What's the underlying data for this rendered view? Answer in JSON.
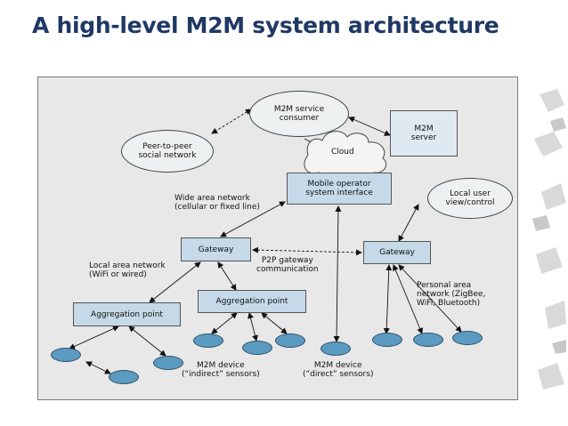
{
  "title": "A high-level M2M system architecture",
  "colors": {
    "title": "#1f3864",
    "box_fill": "#c5d9e8",
    "device_fill": "#5b9bc2",
    "panel": "#e8e8e8"
  },
  "nodes": {
    "m2m_service_consumer": [
      "M2M service",
      "consumer"
    ],
    "m2m_server": [
      "M2M",
      "server"
    ],
    "peer_to_peer": [
      "Peer-to-peer",
      "social network"
    ],
    "cloud": "Cloud",
    "mobile_operator": [
      "Mobile operator",
      "system interface"
    ],
    "local_user": [
      "Local user",
      "view/control"
    ],
    "gateway_left": "Gateway",
    "gateway_right": "Gateway",
    "aggregation_left": "Aggregation point",
    "aggregation_mid": "Aggregation point"
  },
  "labels": {
    "wan": [
      "Wide area network",
      "(cellular or fixed line)"
    ],
    "p2p_gateway": [
      "P2P gateway",
      "communication"
    ],
    "lan": [
      "Local area network",
      "(WiFi or wired)"
    ],
    "pan": [
      "Personal area",
      "network (ZigBee,",
      "WiFi, Bluetooth)"
    ],
    "indirect": [
      "M2M device",
      "(“indirect” sensors)"
    ],
    "direct": [
      "M2M device",
      "(“direct” sensors)"
    ]
  }
}
